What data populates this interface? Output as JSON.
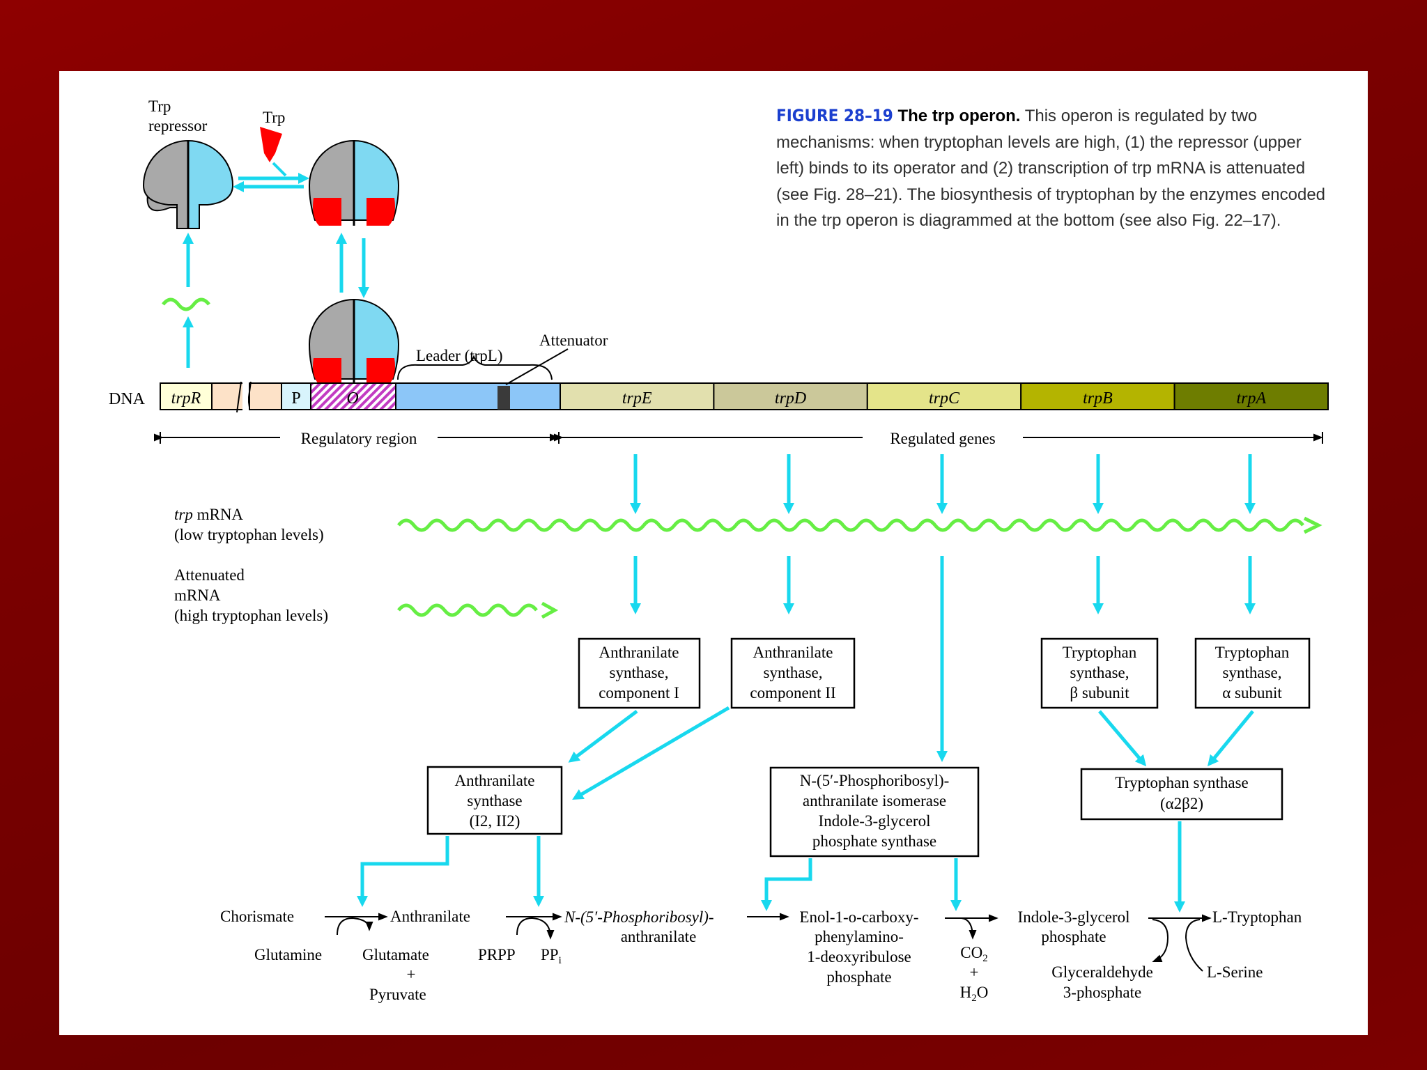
{
  "caption": {
    "figure_number": "FIGURE 28–19",
    "title": "The trp operon.",
    "body": "This operon is regulated by two mechanisms: when tryptophan levels are high, (1) the repressor (upper left) binds to its operator and (2) transcription of trp mRNA is attenuated (see Fig. 28–21). The biosynthesis of tryptophan by the enzymes encoded in the trp operon is diagrammed at the bottom (see also Fig. 22–17)."
  },
  "repressor": {
    "repressor_label_line1": "Trp",
    "repressor_label_line2": "repressor",
    "trp_label": "Trp"
  },
  "dna": {
    "label": "DNA",
    "trpR": "trpR",
    "promoter": "P",
    "operator": "O",
    "leader": "Leader (trpL)",
    "attenuator": "Attenuator",
    "genes": [
      "trpE",
      "trpD",
      "trpC",
      "trpB",
      "trpA"
    ],
    "gene_colors": [
      "#e2e0ae",
      "#cbc89a",
      "#e4e48a",
      "#b4b400",
      "#6e7d00"
    ],
    "regulatory_region": "Regulatory region",
    "regulated_genes": "Regulated genes"
  },
  "mrna": {
    "full_line1": "trp mRNA",
    "full_line2": "(low tryptophan levels)",
    "att_line1": "Attenuated",
    "att_line2": "mRNA",
    "att_line3": "(high tryptophan levels)"
  },
  "enzymes": {
    "as1": [
      "Anthranilate",
      "synthase,",
      "component I"
    ],
    "as2": [
      "Anthranilate",
      "synthase,",
      "component II"
    ],
    "tsb": [
      "Tryptophan",
      "synthase,",
      "β subunit"
    ],
    "tsa": [
      "Tryptophan",
      "synthase,",
      "α subunit"
    ],
    "as_complex": [
      "Anthranilate",
      "synthase",
      "(I2, II2)"
    ],
    "isomerase": [
      "N-(5′-Phosphoribosyl)-",
      "anthranilate isomerase",
      "Indole-3-glycerol",
      "phosphate synthase"
    ],
    "ts_complex": [
      "Tryptophan synthase",
      "(α2β2)"
    ]
  },
  "pathway": {
    "chorismate": "Chorismate",
    "glutamine": "Glutamine",
    "anthranilate": "Anthranilate",
    "glutamate": "Glutamate",
    "plus1": "+",
    "pyruvate": "Pyruvate",
    "prrp": "PRPP",
    "ppi": "PPi",
    "pra_line1": "N-(5′-Phosphoribosyl)-",
    "pra_line2": "anthranilate",
    "enol": [
      "Enol-1-o-carboxy-",
      "phenylamino-",
      "1-deoxyribulose",
      "phosphate"
    ],
    "co2": "CO2",
    "plus2": "+",
    "h2o": "H2O",
    "igp_line1": "Indole-3-glycerol",
    "igp_line2": "phosphate",
    "g3p_line1": "Glyceraldehyde",
    "g3p_line2": "3-phosphate",
    "trp": "L-Tryptophan",
    "serine": "L-Serine"
  }
}
